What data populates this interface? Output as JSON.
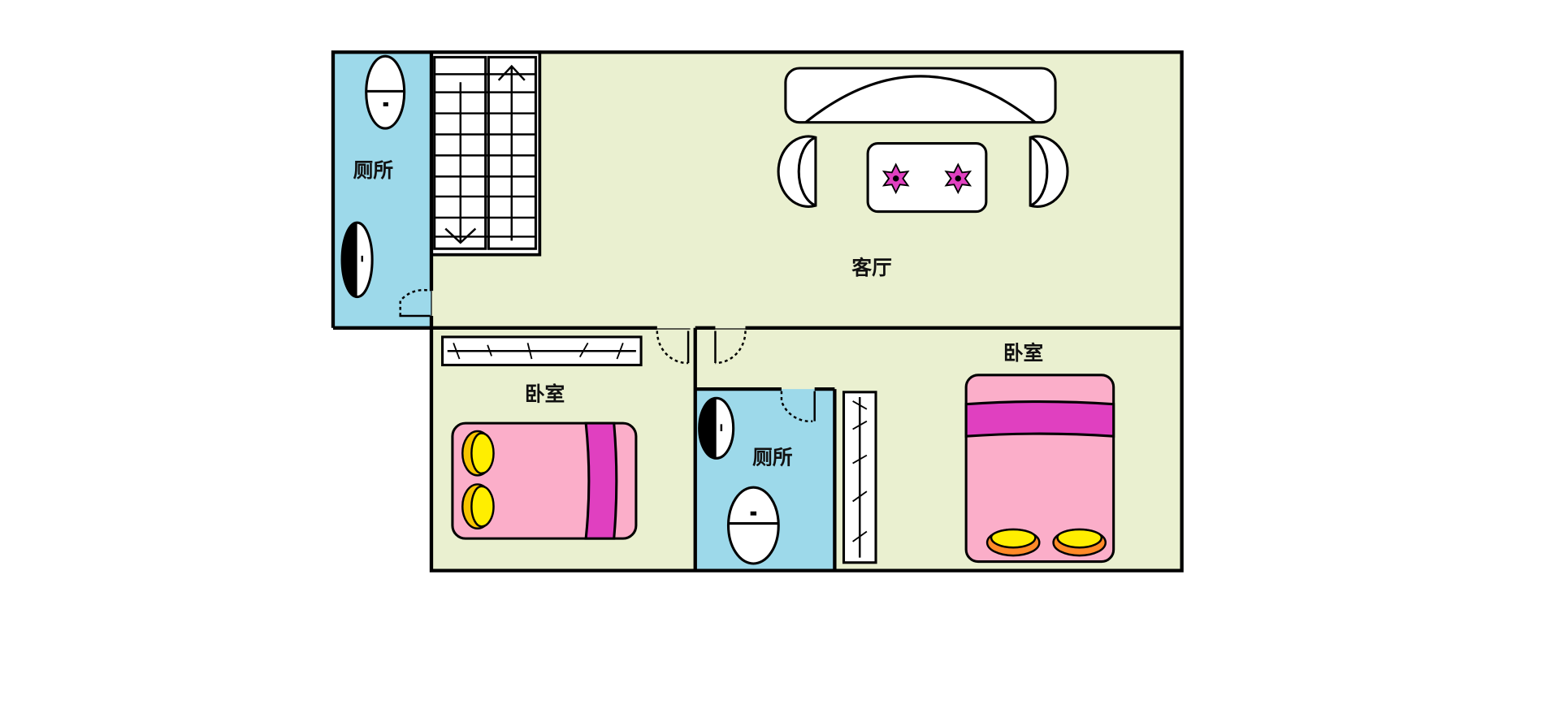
{
  "plan": {
    "rooms": {
      "living_room": "客厅",
      "bathroom_1": "厕所",
      "bathroom_2": "厕所",
      "bedroom_left": "卧室",
      "bedroom_right": "卧室"
    }
  },
  "colors": {
    "bathroom": "#9dd9ea",
    "floor": "#eaf0d0",
    "bed": "#fbaec9",
    "bed_band": "#e040c0",
    "pillow_yellow": "#ffee00",
    "pillow_gold": "#f6c400",
    "pillow_orange": "#ff8a28",
    "star": "#e040c0"
  }
}
